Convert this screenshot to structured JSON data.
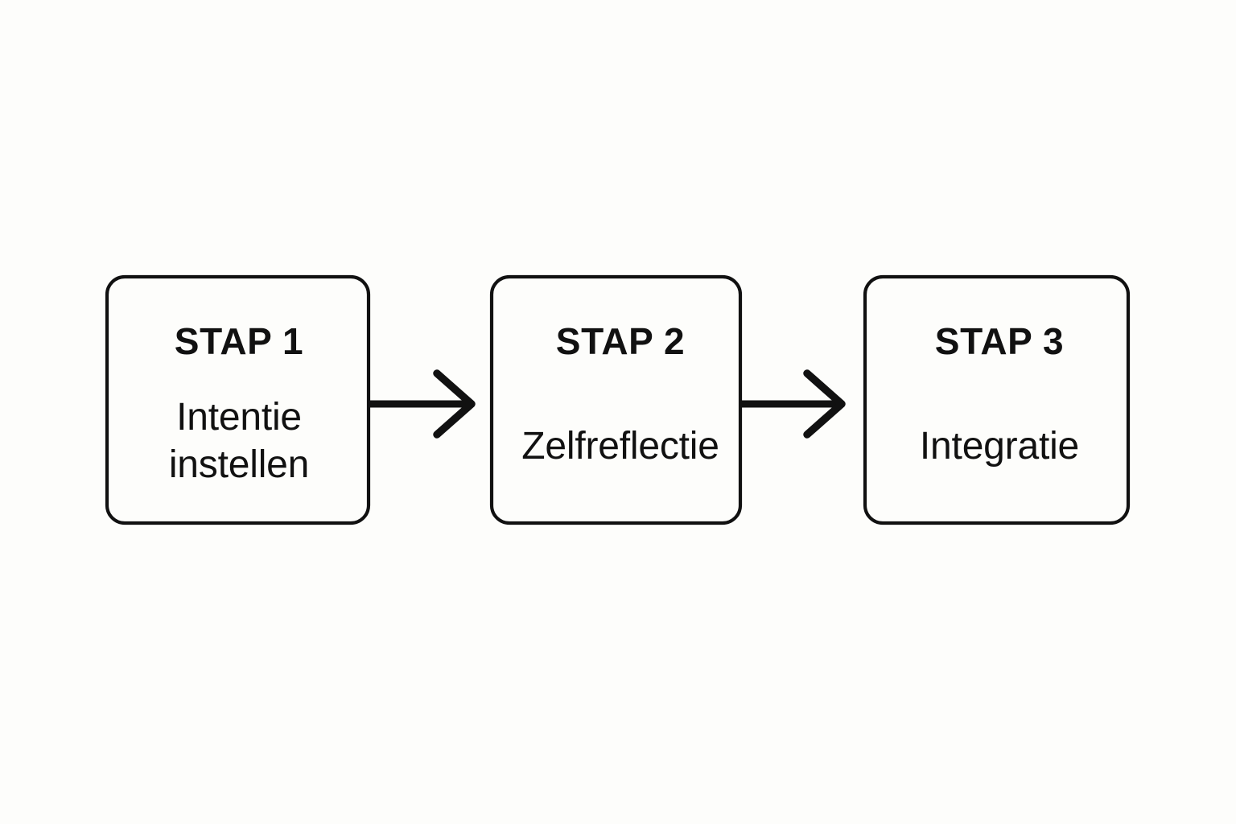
{
  "diagram": {
    "type": "process-flow",
    "orientation": "horizontal",
    "language": "nl",
    "background_color": "#fdfdfb",
    "stroke_color": "#111111",
    "box_fill_color": "#fdfdfb",
    "steps": [
      {
        "id": "step-1",
        "title": "STAP 1",
        "body_lines": [
          "Intentie",
          "instellen"
        ],
        "body_text": "Intentie instellen"
      },
      {
        "id": "step-2",
        "title": "STAP 2",
        "body_lines": [
          "Zelfreflectie"
        ],
        "body_text": "Zelfreflectie"
      },
      {
        "id": "step-3",
        "title": "STAP 3",
        "body_lines": [
          "Integratie"
        ],
        "body_text": "Integratie"
      }
    ],
    "connectors": [
      {
        "id": "connector-1",
        "from": "step-1",
        "to": "step-2",
        "shape": "arrow-right"
      },
      {
        "id": "connector-2",
        "from": "step-2",
        "to": "step-3",
        "shape": "arrow-right"
      }
    ]
  }
}
